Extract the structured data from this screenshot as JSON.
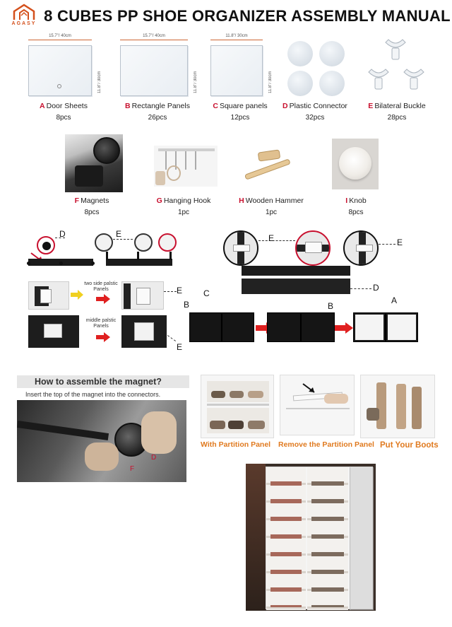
{
  "header": {
    "logo_text": "AGASY",
    "title": "8 CUBES PP SHOE ORGANIZER ASSEMBLY MANUAL"
  },
  "parts": [
    {
      "letter": "A",
      "name": "Door Sheets",
      "qty": "8pcs",
      "dim_w": "15.7\"/ 40cm",
      "dim_h": "11.8\"/ 30cm"
    },
    {
      "letter": "B",
      "name": "Rectangle Panels",
      "qty": "26pcs",
      "dim_w": "15.7\"/ 40cm",
      "dim_h": "11.8\"/ 30cm"
    },
    {
      "letter": "C",
      "name": "Square panels",
      "qty": "12pcs",
      "dim_w": "11.8\"/ 30cm",
      "dim_h": "11.8\"/ 30cm"
    },
    {
      "letter": "D",
      "name": "Plastic Connector",
      "qty": "32pcs"
    },
    {
      "letter": "E",
      "name": "Bilateral Buckle",
      "qty": "28pcs"
    },
    {
      "letter": "F",
      "name": "Magnets",
      "qty": "8pcs"
    },
    {
      "letter": "G",
      "name": "Hanging Hook",
      "qty": "1pc"
    },
    {
      "letter": "H",
      "name": "Wooden Hammer",
      "qty": "1pc"
    },
    {
      "letter": "I",
      "name": "Knob",
      "qty": "8pcs"
    }
  ],
  "assembly": {
    "callouts": {
      "d": "D",
      "e": "E",
      "c": "C",
      "b": "B",
      "a": "A"
    },
    "two_side_label": "two side palstic Panels",
    "middle_label": "middle palstic Panels"
  },
  "magnet": {
    "heading": "How to assemble the magnet?",
    "instruction": "Insert the top of the magnet into the connectors.",
    "callout_d": "D",
    "callout_f": "F"
  },
  "partition": {
    "captions": [
      "With Partition Panel",
      "Remove the Partition Panel",
      "Put Your Boots"
    ]
  },
  "colors": {
    "accent_red": "#c8102e",
    "caption_orange": "#e07a1f",
    "logo_orange": "#d4501c"
  }
}
